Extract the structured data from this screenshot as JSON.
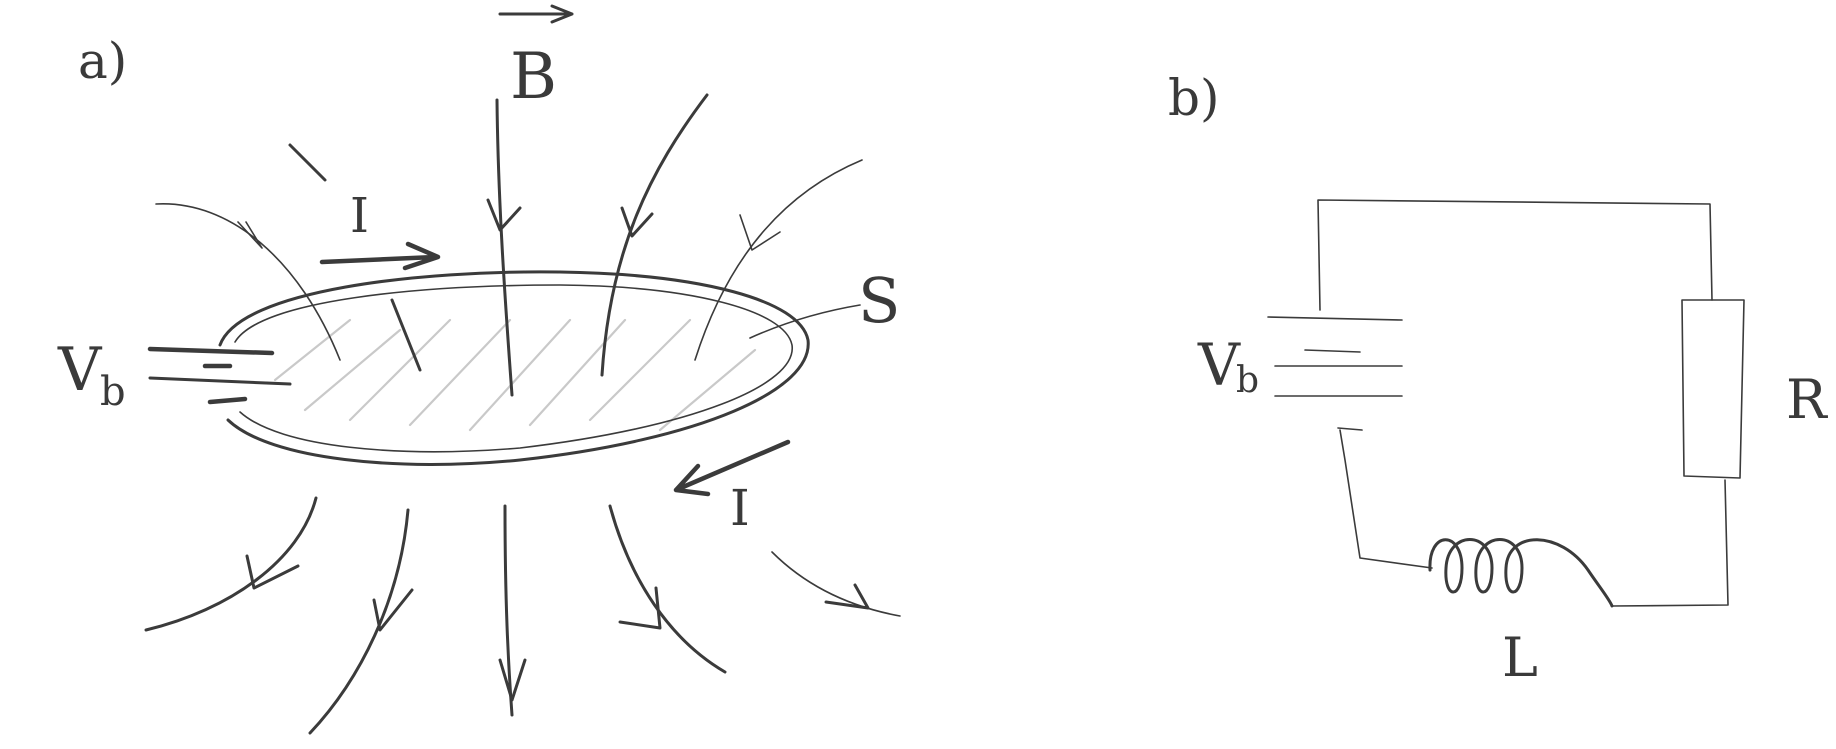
{
  "panel_a": {
    "label": "a)",
    "field_label": "B",
    "current_label_top": "I",
    "current_label_bottom": "I",
    "surface_label": "S",
    "battery_label_main": "V",
    "battery_label_sub": "b"
  },
  "panel_b": {
    "label": "b)",
    "battery_label_main": "V",
    "battery_label_sub": "b",
    "resistor_label": "R",
    "inductor_label": "L"
  }
}
